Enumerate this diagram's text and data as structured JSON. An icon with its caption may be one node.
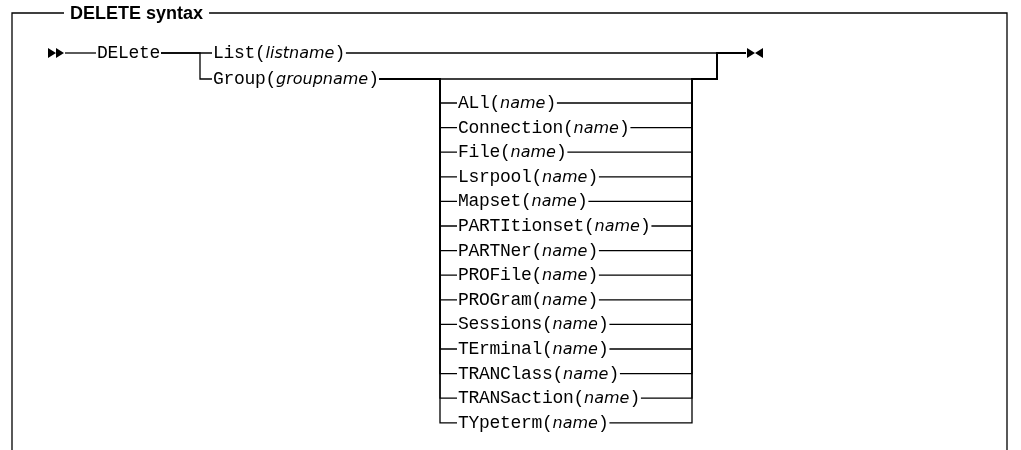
{
  "diagram": {
    "title": "DELETE syntax",
    "nodes": [
      {
        "text": [],
        "shape": "arrow"
      },
      {
        "text": [
          "DELete"
        ]
      },
      {
        "text": [
          "List(*listname*)"
        ]
      },
      {
        "text": [
          "Group(*groupname*)"
        ]
      },
      {
        "text": [
          "ALl(*name*)"
        ]
      },
      {
        "text": [
          "Connection(*name*)"
        ]
      },
      {
        "text": [
          "File(*name*)"
        ]
      },
      {
        "text": [
          "Lsrpool(*name*)"
        ]
      },
      {
        "text": [
          "Mapset(*name*)"
        ]
      },
      {
        "text": [
          "PARTItionset(*name*)"
        ]
      },
      {
        "text": [
          "PARTNer(*name*)"
        ]
      },
      {
        "text": [
          "PROFile(*name*)"
        ]
      },
      {
        "text": [
          "PROGram(*name*)"
        ]
      },
      {
        "text": [
          "Sessions(*name*)"
        ]
      },
      {
        "text": [
          "TErminal(*name*)"
        ]
      },
      {
        "text": [
          "TRANClass(*name*)"
        ]
      },
      {
        "text": [
          "TRANSaction(*name*)"
        ]
      },
      {
        "text": [
          "TYpeterm(*name*)"
        ]
      },
      {
        "text": [],
        "shape": "arrow"
      }
    ],
    "edges": [
      {
        "from": 0,
        "to": 1,
        "arrow": "none"
      },
      {
        "from": 1,
        "to": 2,
        "arrow": "none"
      },
      {
        "from": 1,
        "to": 3,
        "arrow": "none"
      },
      {
        "from": 3,
        "to": 4,
        "arrow": "none"
      },
      {
        "from": 3,
        "to": 5,
        "arrow": "none"
      },
      {
        "from": 3,
        "to": 6,
        "arrow": "none"
      },
      {
        "from": 3,
        "to": 7,
        "arrow": "none"
      },
      {
        "from": 3,
        "to": 8,
        "arrow": "none"
      },
      {
        "from": 3,
        "to": 9,
        "arrow": "none"
      },
      {
        "from": 3,
        "to": 10,
        "arrow": "none"
      },
      {
        "from": 3,
        "to": 11,
        "arrow": "none"
      },
      {
        "from": 3,
        "to": 12,
        "arrow": "none"
      },
      {
        "from": 3,
        "to": 13,
        "arrow": "none"
      },
      {
        "from": 3,
        "to": 14,
        "arrow": "none"
      },
      {
        "from": 3,
        "to": 15,
        "arrow": "none"
      },
      {
        "from": 3,
        "to": 16,
        "arrow": "none"
      },
      {
        "from": 3,
        "to": 17,
        "arrow": "none"
      },
      {
        "from": 2,
        "to": 18,
        "arrow": "none"
      },
      {
        "from": 3,
        "to": 18,
        "arrow": "none"
      },
      {
        "from": 4,
        "to": 18,
        "arrow": "none"
      },
      {
        "from": 5,
        "to": 18,
        "arrow": "none"
      },
      {
        "from": 6,
        "to": 18,
        "arrow": "none"
      },
      {
        "from": 7,
        "to": 18,
        "arrow": "none"
      },
      {
        "from": 8,
        "to": 18,
        "arrow": "none"
      },
      {
        "from": 9,
        "to": 18,
        "arrow": "none"
      },
      {
        "from": 10,
        "to": 18,
        "arrow": "none"
      },
      {
        "from": 11,
        "to": 18,
        "arrow": "none"
      },
      {
        "from": 12,
        "to": 18,
        "arrow": "none"
      },
      {
        "from": 13,
        "to": 18,
        "arrow": "none"
      },
      {
        "from": 14,
        "to": 18,
        "arrow": "none"
      },
      {
        "from": 15,
        "to": 18,
        "arrow": "none"
      },
      {
        "from": 16,
        "to": 18,
        "arrow": "none"
      },
      {
        "from": 17,
        "to": 18,
        "arrow": "none"
      }
    ]
  }
}
